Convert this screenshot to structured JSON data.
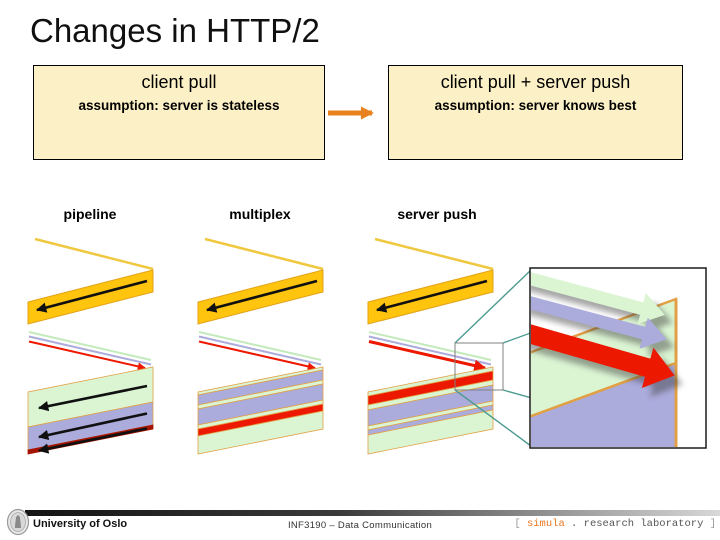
{
  "slide_title": "Changes in HTTP/2",
  "boxes": {
    "left": {
      "title": "client pull",
      "subtitle": "assumption: server is stateless"
    },
    "right": {
      "title": "client pull + server push",
      "subtitle": "assumption: server knows best"
    }
  },
  "diagrams": [
    {
      "label": "pipeline"
    },
    {
      "label": "multiplex"
    },
    {
      "label": "server push"
    }
  ],
  "footer": {
    "institution": "University of Oslo",
    "course": "INF3190 – Data Communication",
    "lab_prefix": "[ ",
    "lab_brand": "simula",
    "lab_dot": " . ",
    "lab_name": "research laboratory",
    "lab_suffix": " ]"
  },
  "colors": {
    "cream": "#FCF1C6",
    "gold": "#FFC40D",
    "goldedge": "#E2A219",
    "yline": "#EFC83F",
    "green": "#DBF5D3",
    "gline": "#C3EABB",
    "lav": "#ABABDC",
    "red": "#EC1800",
    "dred": "#A51400",
    "tan": "#E2A045",
    "teal": "#4E9C92",
    "orange": "#E8821E",
    "simula": "#E87722"
  }
}
